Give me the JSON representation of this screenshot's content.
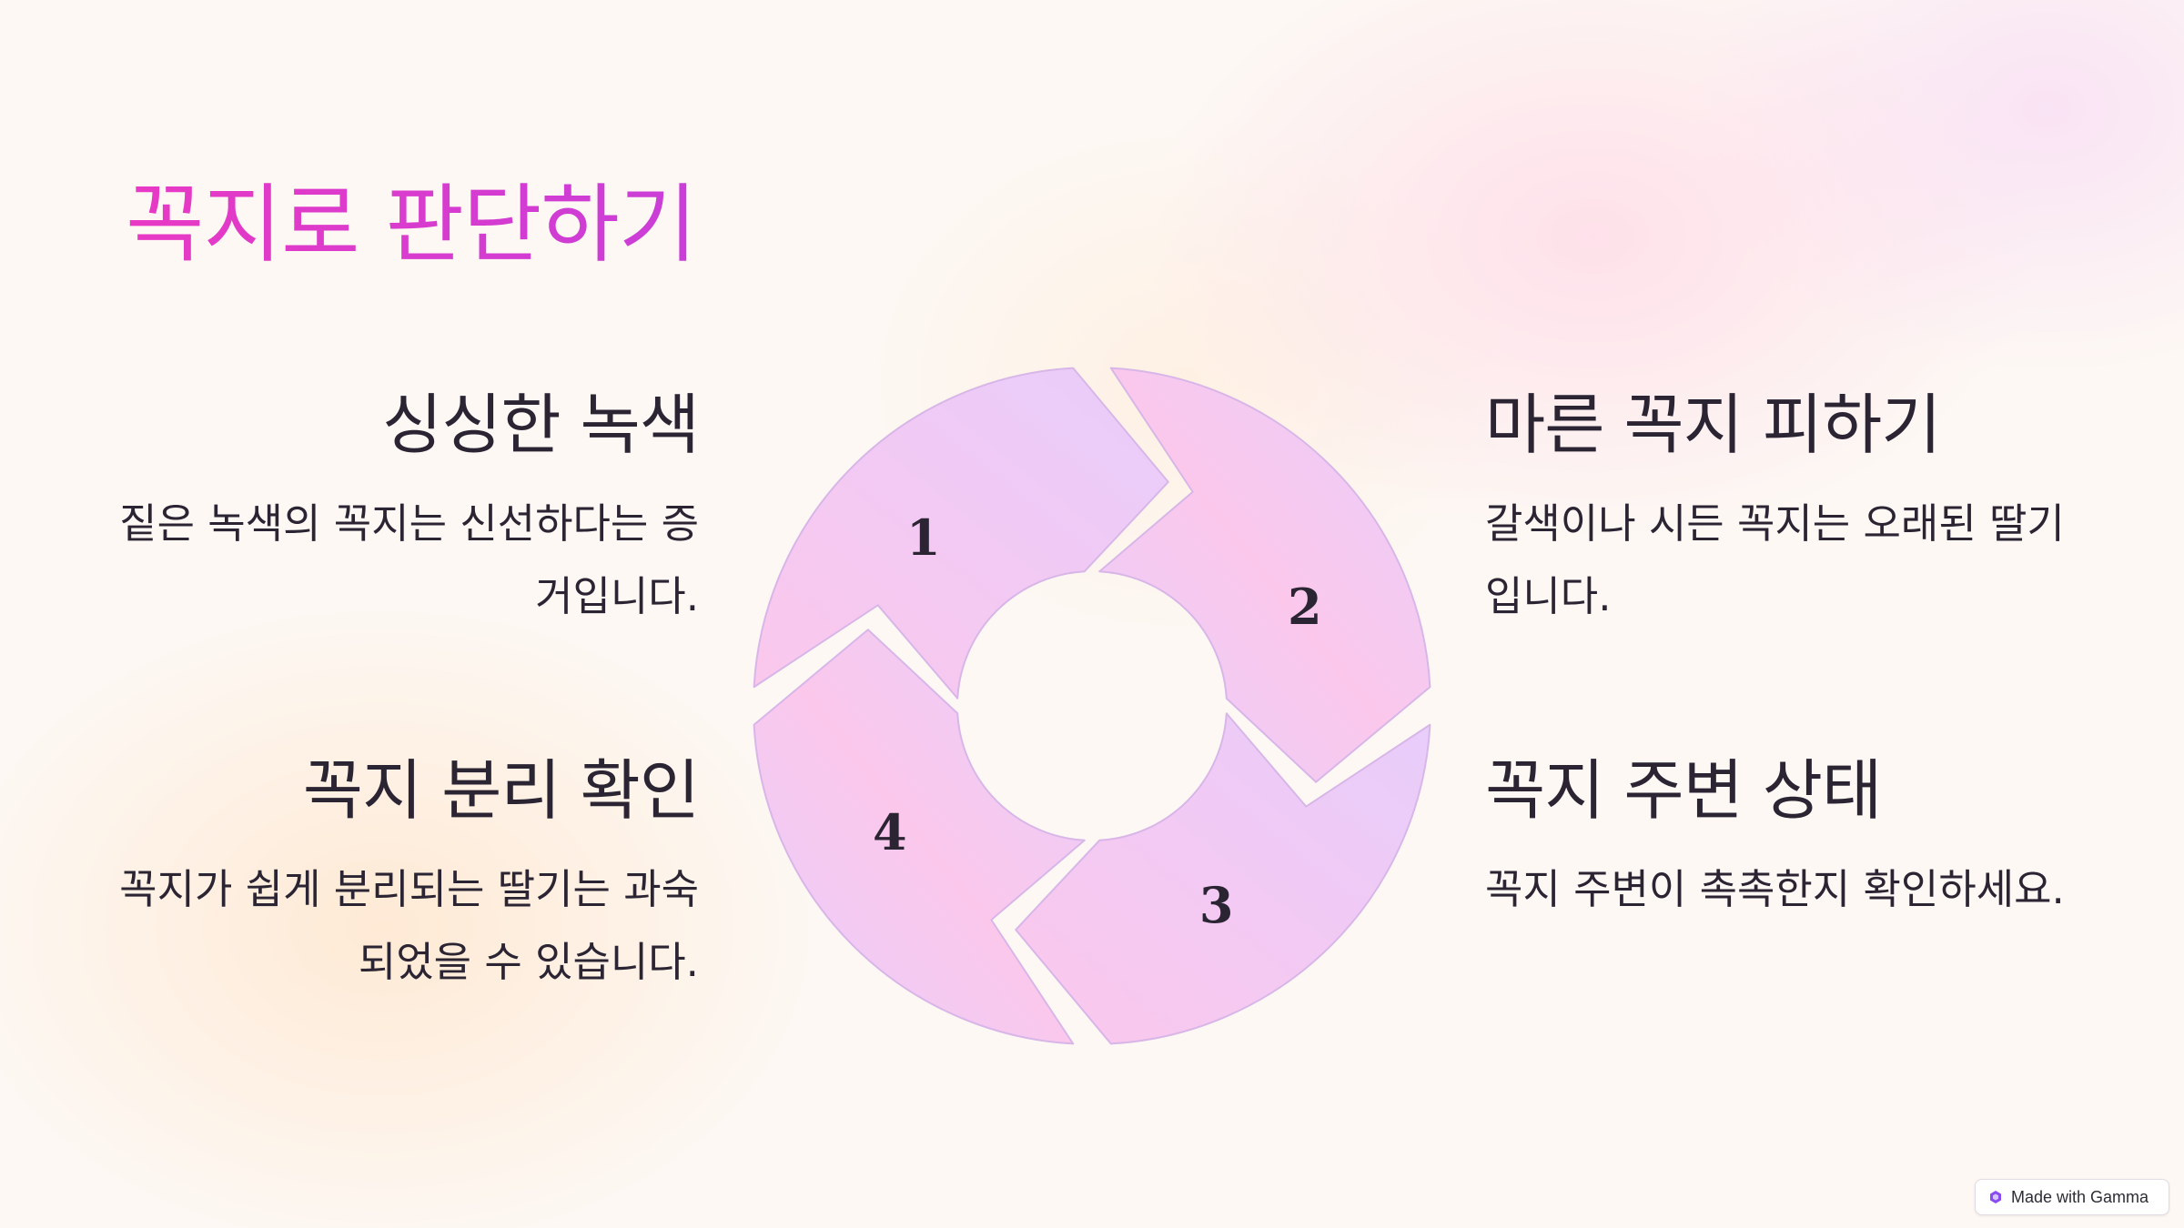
{
  "title": "꼭지로 판단하기",
  "items": [
    {
      "number": "1",
      "heading": "싱싱한 녹색",
      "body": "짙은 녹색의 꼭지는 신선하다는 증거입니다."
    },
    {
      "number": "2",
      "heading": "마른 꼭지 피하기",
      "body": "갈색이나 시든 꼭지는 오래된 딸기입니다."
    },
    {
      "number": "3",
      "heading": "꼭지 주변 상태",
      "body": "꼭지 주변이 촉촉한지 확인하세요."
    },
    {
      "number": "4",
      "heading": "꼭지 분리 확인",
      "body": "꼭지가 쉽게 분리되는 딸기는 과숙되었을 수 있습니다."
    }
  ],
  "badge": {
    "label": "Made with Gamma",
    "icon": "gamma-logo-icon"
  },
  "colors": {
    "title_start": "#e839c4",
    "title_end": "#c93ed8",
    "segment_pink": "#fbc8ec",
    "segment_lavender": "#e8cdfb",
    "segment_stroke": "#d8b6e8",
    "text": "#2b2433"
  }
}
